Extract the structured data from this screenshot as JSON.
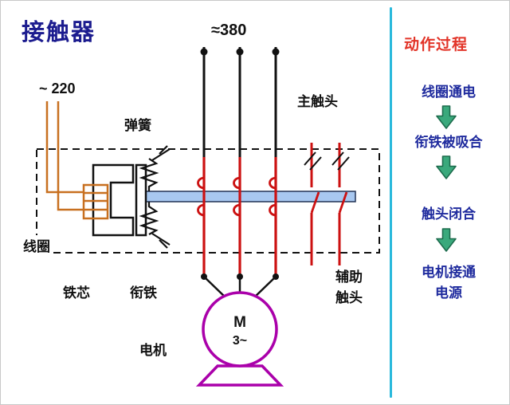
{
  "title": "接触器",
  "schematic": {
    "supply_three_phase": "≈380",
    "supply_coil": "~ 220",
    "labels": {
      "spring": "弹簧",
      "main_contact": "主触头",
      "coil": "线圈",
      "iron_core": "铁芯",
      "armature": "衔铁",
      "aux_contact": "辅助触头",
      "motor": "电机"
    },
    "motor": {
      "symbol": "M",
      "phase": "3~"
    }
  },
  "process": {
    "title": "动作过程",
    "steps": [
      "线圈通电",
      "衔铁被吸合",
      "触头闭合",
      "电机接通电源"
    ]
  },
  "icons": {
    "step_arrow": "down-arrow"
  },
  "colors": {
    "title_text": "#1c1c8f",
    "process_title": "#e23428",
    "process_step_text": "#1f2b9e",
    "arrow_green": "#3aa97c",
    "divider_cyan": "#29b9dc",
    "contact_red": "#cc1111",
    "coil_wire_orange": "#c87020",
    "armature_bar_blue": "#a8c8f0",
    "motor_purple": "#aa00aa"
  }
}
